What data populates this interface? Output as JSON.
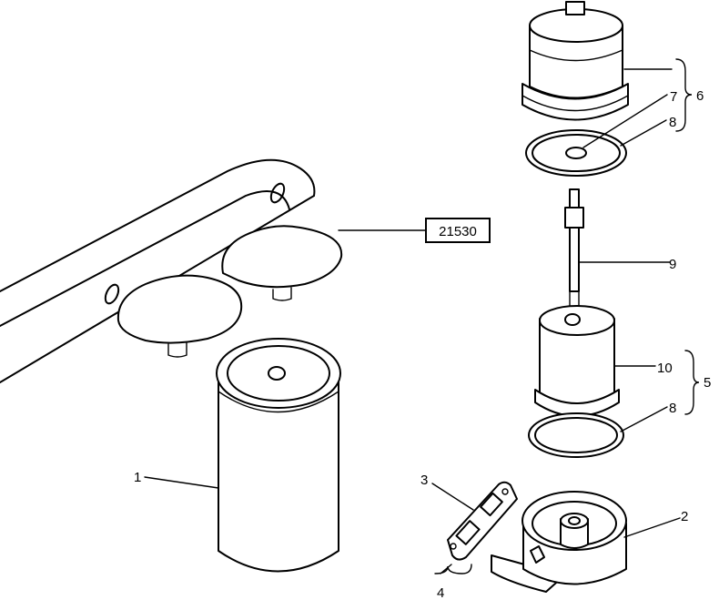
{
  "reference_box": "21530",
  "labels": {
    "l1": "1",
    "l2": "2",
    "l3": "3",
    "l4": "4",
    "l5": "5",
    "l6": "6",
    "l7": "7",
    "l8a": "8",
    "l8b": "8",
    "l9": "9",
    "l10": "10"
  }
}
